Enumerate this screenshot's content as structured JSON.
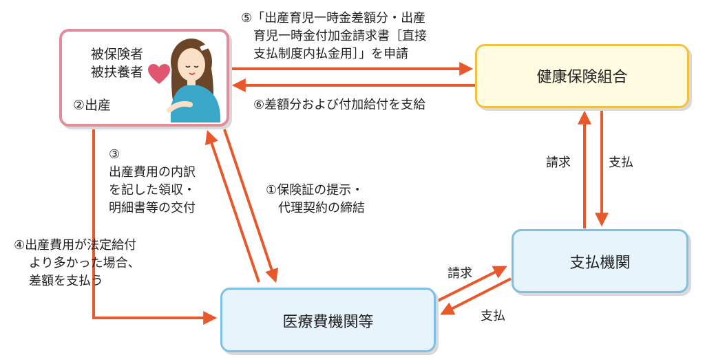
{
  "boxes": {
    "insured": {
      "line1": "被保険者",
      "line2": "被扶養者",
      "step2": "②出産"
    },
    "union": "健康保険組合",
    "payer": "支払機関",
    "medical": "医療費機関等"
  },
  "labels": {
    "step5": [
      "⑤「出産育児一時金差額分・出産",
      "育児一時金付加金請求書［直接",
      "支払制度内払金用］」を申請"
    ],
    "step6": "⑥差額分および付加給付を支給",
    "step3": [
      "③",
      "出産費用の内訳",
      "を記した領収・",
      "明細書等の交付"
    ],
    "step1": [
      "①保険証の提示・",
      "代理契約の締結"
    ],
    "step4": [
      "④出産費用が法定給付",
      "より多かった場合、",
      "差額を支払う"
    ],
    "claim_union": "請求",
    "pay_union": "支払",
    "claim_payer": "請求",
    "pay_payer": "支払"
  },
  "colors": {
    "arrow": "#e8582a",
    "heart": "#e0566e",
    "insured_border": "#e38d9b",
    "union_border": "#f3c13f",
    "payer_border": "#7dbfe5"
  },
  "icons": {
    "woman": "pregnant-woman-icon",
    "heart": "heart-icon"
  }
}
